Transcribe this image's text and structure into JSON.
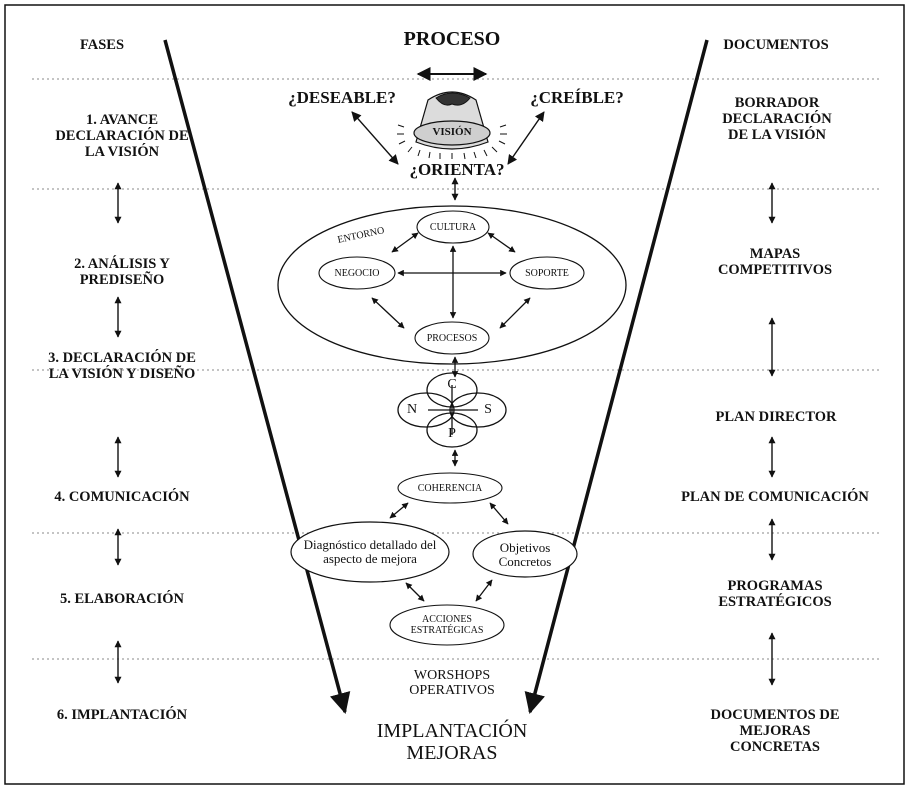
{
  "header": {
    "left": "FASES",
    "center": "PROCESO",
    "right": "DOCUMENTOS"
  },
  "phases": [
    "1. AVANCE DECLARACIÓN DE LA VISIÓN",
    "2. ANÁLISIS Y PREDISEÑO",
    "3. DECLARACIÓN DE LA VISIÓN Y DISEÑO",
    "4. COMUNICACIÓN",
    "5. ELABORACIÓN",
    "6. IMPLANTACIÓN"
  ],
  "documents": [
    "BORRADOR DECLARACIÓN DE LA VISIÓN",
    "MAPAS COMPETITIVOS",
    "PLAN DIRECTOR",
    "PLAN DE COMUNICACIÓN",
    "PROGRAMAS ESTRATÉGICOS",
    "DOCUMENTOS DE MEJORAS CONCRETAS"
  ],
  "vision": {
    "label": "VISIÓN",
    "q_left": "¿DESEABLE?",
    "q_right": "¿CREÍBLE?",
    "q_bottom": "¿ORIENTA?"
  },
  "entorno": {
    "title": "ENTORNO",
    "cultura": "CULTURA",
    "negocio": "NEGOCIO",
    "soporte": "SOPORTE",
    "procesos": "PROCESOS"
  },
  "venn": {
    "c": "C",
    "n": "N",
    "s": "S",
    "p": "P"
  },
  "coherencia": "COHERENCIA",
  "diagnostico": "Diagnóstico detallado del aspecto de mejora",
  "objetivos": "Objetivos Concretos",
  "acciones": "ACCIONES ESTRATÉGICAS",
  "workshops": "WORSHOPS OPERATIVOS",
  "result": "IMPLANTACIÓN MEJORAS"
}
